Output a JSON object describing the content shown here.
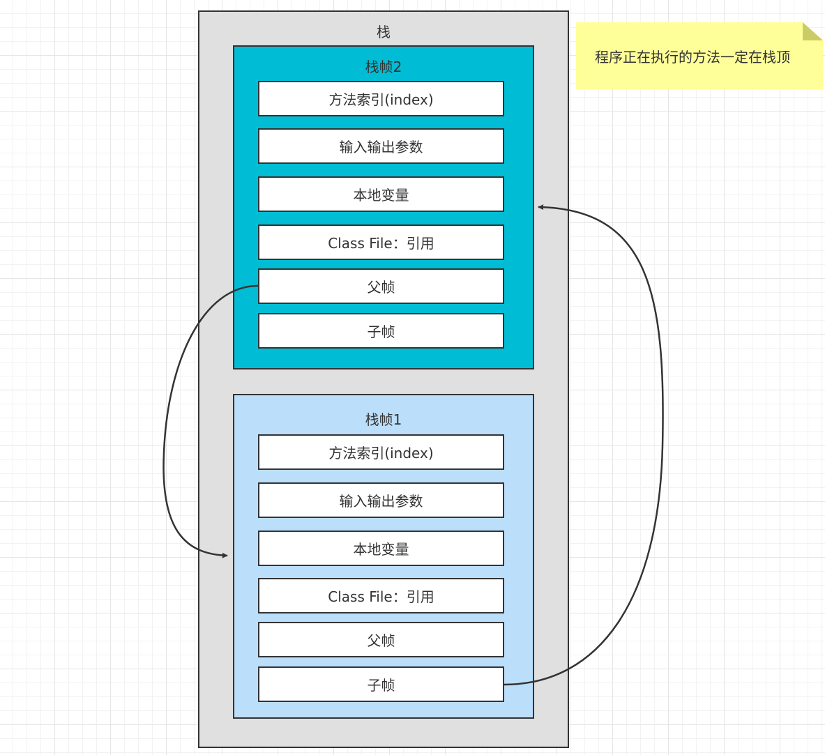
{
  "stack": {
    "title": "栈"
  },
  "frames": [
    {
      "title": "栈帧2",
      "fields": [
        "方法索引(index)",
        "输入输出参数",
        "本地变量",
        "Class File：引用",
        "父帧",
        "子帧"
      ]
    },
    {
      "title": "栈帧1",
      "fields": [
        "方法索引(index)",
        "输入输出参数",
        "本地变量",
        "Class File：引用",
        "父帧",
        "子帧"
      ]
    }
  ],
  "note": {
    "text": "程序正在执行的方法一定在栈顶"
  },
  "colors": {
    "frame_top_fill": "#00bcd4",
    "frame_bottom_fill": "#bbdefb",
    "stack_fill": "#e0e0e0",
    "note_fill": "#ffff99",
    "stroke": "#333333"
  }
}
